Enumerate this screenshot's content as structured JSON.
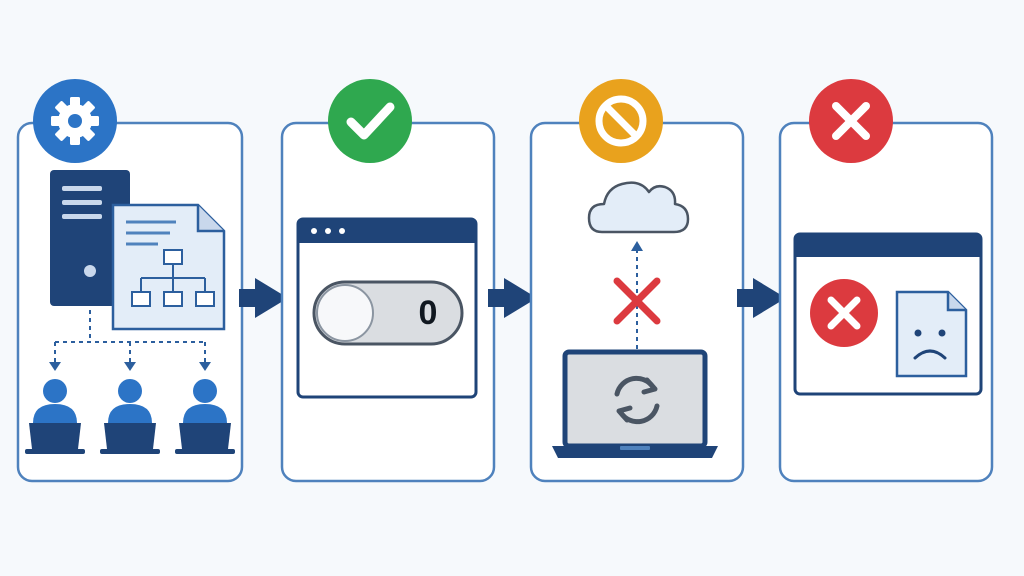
{
  "colors": {
    "navy": "#1f4478",
    "panel_border": "#4f82bd",
    "panel_fill": "#ffffff",
    "light_fill": "#e3edf8",
    "gear_badge": "#2c74c6",
    "check_badge": "#2fa84f",
    "blocked_badge": "#e9a21d",
    "error_badge": "#dc3a3f",
    "screen_grey": "#dadde1"
  },
  "diagram": {
    "steps": [
      {
        "id": "configure",
        "badge_icon": "gear-icon",
        "content": [
          "server-icon",
          "config-document-icon",
          "client-user-icon",
          "client-user-icon",
          "client-user-icon"
        ]
      },
      {
        "id": "enabled",
        "badge_icon": "checkmark-icon",
        "content": [
          "browser-window-icon",
          "toggle-switch"
        ],
        "toggle_value": "0"
      },
      {
        "id": "blocked",
        "badge_icon": "prohibited-icon",
        "content": [
          "cloud-icon",
          "blocked-x-icon",
          "laptop-icon",
          "sync-icon"
        ]
      },
      {
        "id": "failed",
        "badge_icon": "error-x-icon",
        "content": [
          "error-window-icon",
          "error-x-icon",
          "sad-document-icon"
        ]
      }
    ],
    "connector_icon": "arrow-right-icon"
  }
}
